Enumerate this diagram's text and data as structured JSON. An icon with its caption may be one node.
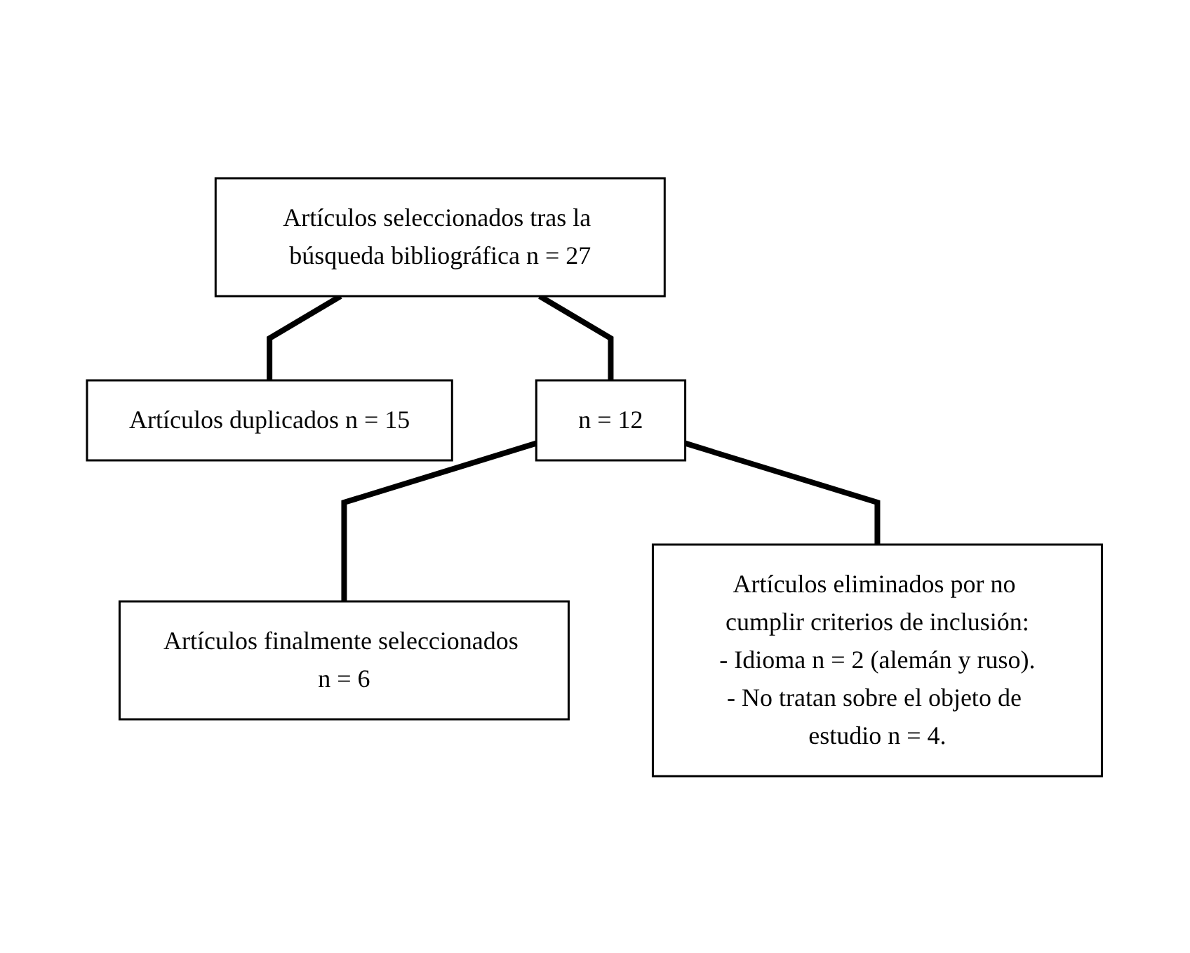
{
  "diagram": {
    "nodes": [
      {
        "text": [
          "Artículos seleccionados tras la búsqueda bibliográfica n = 27"
        ]
      },
      {
        "text": [
          "Artículos duplicados n = 15"
        ]
      },
      {
        "text": [
          "n = 12"
        ]
      },
      {
        "text": [
          "Artículos eliminados por no cumplir criterios de inclusión:",
          "- Idioma n = 2 (alemán y ruso).",
          "- No tratan sobre el objeto de estudio n = 4."
        ]
      },
      {
        "text": [
          "Artículos finalmente seleccionados n = 6"
        ]
      }
    ],
    "edges": [
      {
        "from": 0,
        "to": 2,
        "arrow": "none"
      },
      {
        "from": 0,
        "to": 1,
        "arrow": "none"
      },
      {
        "from": 2,
        "to": 4,
        "arrow": "none"
      },
      {
        "from": 2,
        "to": 3,
        "arrow": "none"
      }
    ]
  }
}
